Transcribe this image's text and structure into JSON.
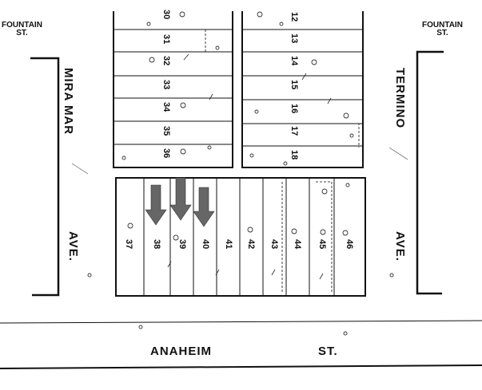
{
  "streets": {
    "fountain_left": [
      "FOUNTAIN",
      "ST."
    ],
    "fountain_right": [
      "FOUNTAIN",
      "ST."
    ],
    "mira_mar": "MIRA MAR",
    "mira_mar_ave": "AVE.",
    "termino": "TERMINO",
    "termino_ave": "AVE.",
    "anaheim": "ANAHEIM",
    "anaheim_st": "ST."
  },
  "lots": {
    "upper_left": [
      "30",
      "31",
      "32",
      "33",
      "34",
      "35",
      "36"
    ],
    "upper_right": [
      "12",
      "13",
      "14",
      "15",
      "16",
      "17",
      "18"
    ],
    "bottom_row": [
      "37",
      "38",
      "39",
      "40",
      "41",
      "42",
      "43",
      "44",
      "45",
      "46"
    ]
  },
  "highlighted_lots": [
    "38",
    "39",
    "40"
  ],
  "colors": {
    "line": "#111111",
    "arrow": "#666666",
    "background": "#ffffff"
  }
}
